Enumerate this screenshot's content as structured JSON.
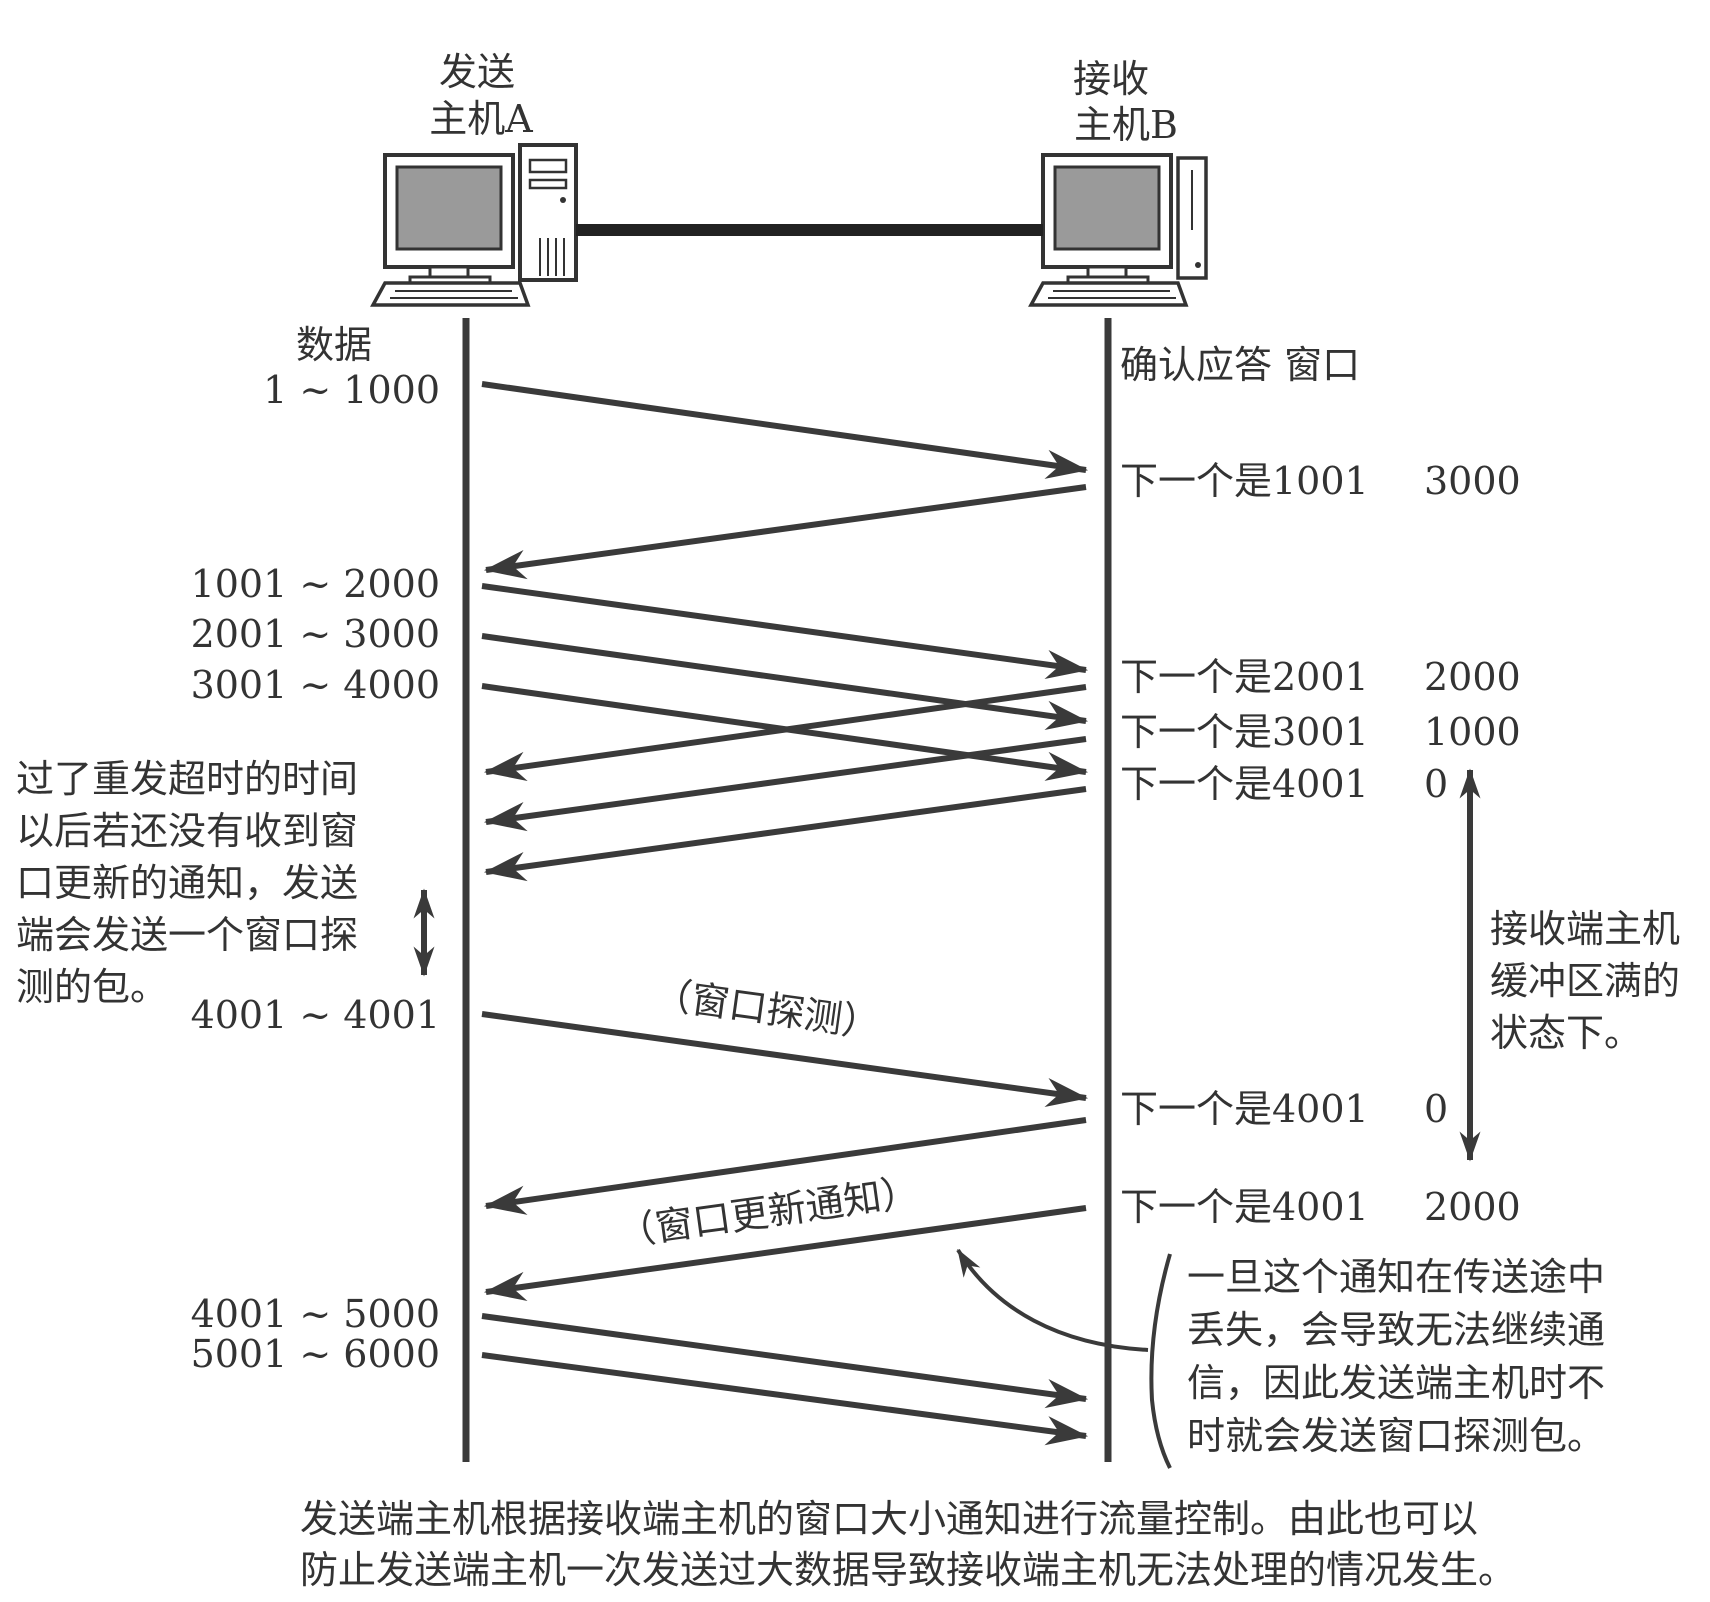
{
  "hosts": {
    "sender": {
      "line1": "发送",
      "line2": "主机A"
    },
    "receiver": {
      "line1": "接收",
      "line2": "主机B"
    }
  },
  "headers": {
    "data": "数据",
    "ack_window": "确认应答 窗口"
  },
  "data_segments": [
    "1 ~ 1000",
    "1001 ~ 2000",
    "2001 ~ 3000",
    "3001 ~ 4000",
    "4001 ~ 4001",
    "4001 ~ 5000",
    "5001 ~ 6000"
  ],
  "acks": [
    {
      "ack": "下一个是1001",
      "window": "3000"
    },
    {
      "ack": "下一个是2001",
      "window": "2000"
    },
    {
      "ack": "下一个是3001",
      "window": "1000"
    },
    {
      "ack": "下一个是4001",
      "window": "0"
    },
    {
      "ack": "下一个是4001",
      "window": "0"
    },
    {
      "ack": "下一个是4001",
      "window": "2000"
    }
  ],
  "arrow_labels": {
    "probe": "（窗口探测）",
    "update": "（窗口更新通知）"
  },
  "notes": {
    "left": [
      "过了重发超时的时间",
      "以后若还没有收到窗",
      "口更新的通知，发送",
      "端会发送一个窗口探",
      "测的包。"
    ],
    "right": [
      "接收端主机",
      "缓冲区满的",
      "状态下。"
    ],
    "bottom_right": [
      "一旦这个通知在传送途中",
      "丢失，会导致无法继续通",
      "信，因此发送端主机时不",
      "时就会发送窗口探测包。"
    ]
  },
  "caption": [
    "发送端主机根据接收端主机的窗口大小通知进行流量控制。由此也可以",
    "防止发送端主机一次发送过大数据导致接收端主机无法处理的情况发生。"
  ]
}
